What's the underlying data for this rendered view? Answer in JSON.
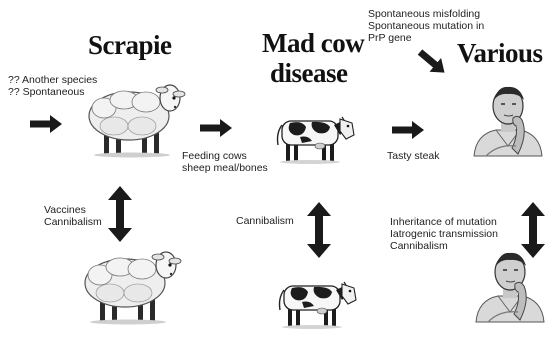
{
  "headings": {
    "scrapie": "Scrapie",
    "mad_cow_line1": "Mad cow",
    "mad_cow_line2": "disease",
    "various": "Various"
  },
  "captions": {
    "origin": [
      "?? Another species",
      "?? Spontaneous"
    ],
    "various_causes": [
      "Spontaneous misfolding",
      "Spontaneous mutation in",
      "PrP gene"
    ],
    "feeding": [
      "Feeding cows",
      "sheep meal/bones"
    ],
    "tasty": [
      "Tasty steak"
    ],
    "sheep_spread": [
      "Vaccines",
      "Cannibalism"
    ],
    "cow_spread": [
      "Cannibalism"
    ],
    "human_spread": [
      "Inheritance of mutation",
      "Iatrogenic transmission",
      "Cannibalism"
    ]
  },
  "colors": {
    "ink": "#111111",
    "arrow": "#1a1a1a",
    "fleece": "#eeeeee",
    "cow_patch": "#1c1c1c"
  },
  "icons": {
    "sheep": "sheep",
    "cow": "cow",
    "person": "thinking-man",
    "arrow_right": "arrow-right",
    "arrow_diag": "arrow-down-right",
    "arrow_updown": "arrow-up-down"
  }
}
